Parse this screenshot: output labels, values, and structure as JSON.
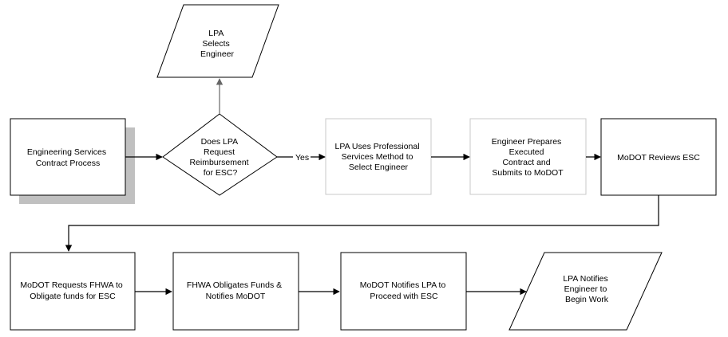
{
  "nodes": {
    "start": {
      "lines": [
        "Engineering Services",
        "Contract Process"
      ]
    },
    "decision": {
      "lines": [
        "Does LPA",
        "Request",
        "Reimbursement",
        "for ESC?"
      ]
    },
    "selects": {
      "lines": [
        "LPA",
        "Selects",
        "Engineer"
      ]
    },
    "professional": {
      "lines": [
        "LPA Uses Professional",
        "Services Method to",
        "Select Engineer"
      ]
    },
    "prepares": {
      "lines": [
        "Engineer Prepares",
        "Executed",
        "Contract and",
        "Submits to MoDOT"
      ]
    },
    "reviews": {
      "lines": [
        "MoDOT Reviews ESC"
      ]
    },
    "requests": {
      "lines": [
        "MoDOT Requests FHWA to",
        "Obligate funds for ESC"
      ]
    },
    "obligates": {
      "lines": [
        "FHWA Obligates Funds &",
        "Notifies MoDOT"
      ]
    },
    "notifies_lpa": {
      "lines": [
        "MoDOT Notifies LPA to",
        "Proceed with ESC"
      ]
    },
    "notifies_engineer": {
      "lines": [
        "LPA Notifies",
        "Engineer to",
        "Begin Work"
      ]
    }
  },
  "edge_labels": {
    "yes": "Yes"
  },
  "colors": {
    "stroke": "#000000",
    "light_stroke": "#c8c8c8",
    "shadow": "#c0c0c0",
    "grey_arrow": "#666666"
  }
}
